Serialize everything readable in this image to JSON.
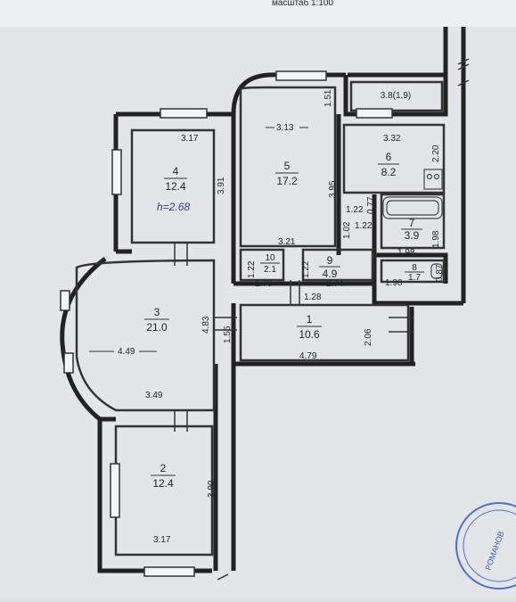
{
  "header": {
    "scale_fragment": "масштаб 1:100"
  },
  "rooms": [
    {
      "id": "room-1",
      "number": "1",
      "area": "10.6"
    },
    {
      "id": "room-2",
      "number": "2",
      "area": "12.4"
    },
    {
      "id": "room-3",
      "number": "3",
      "area": "21.0"
    },
    {
      "id": "room-4",
      "number": "4",
      "area": "12.4"
    },
    {
      "id": "room-5",
      "number": "5",
      "area": "17.2"
    },
    {
      "id": "room-6",
      "number": "6",
      "area": "8.2"
    },
    {
      "id": "room-7",
      "number": "7",
      "area": "3.9"
    },
    {
      "id": "room-8",
      "number": "8",
      "area": "1.7"
    },
    {
      "id": "room-9",
      "number": "9",
      "area": "4.9"
    },
    {
      "id": "room-10",
      "number": "10",
      "area": "2.1"
    }
  ],
  "balcony_area": "3.8(1.9)",
  "ceiling_height": "h=2.68",
  "dimensions": {
    "r4_w": "3.17",
    "r4_h": "3.91",
    "r5_w": "3.13",
    "r5_h": "3.95",
    "r5_w2": "3.21",
    "r6_w": "3.32",
    "r6_h": "2.20",
    "b1": "1.51",
    "b2": "1.22",
    "b3": "0.77",
    "b4": "1.22",
    "b5": "1.02",
    "r7_w": "1.98",
    "r7_h": "1.98",
    "r8_w": "1.98",
    "r8_h": "0.87",
    "r10_h1": "1.22",
    "r10_h2": "1.22",
    "r10_w": "1.70",
    "r9_w": "2.74",
    "c1": "1.28",
    "r3_w": "4.49",
    "r3_h": "4.83",
    "r3_w2": "3.49",
    "r1_h": "1.55",
    "r1_w": "4.79",
    "r1_h2": "2.06",
    "r2_h": "3.90",
    "r2_w": "3.17"
  },
  "stamp_text": "РОМАНОВ"
}
